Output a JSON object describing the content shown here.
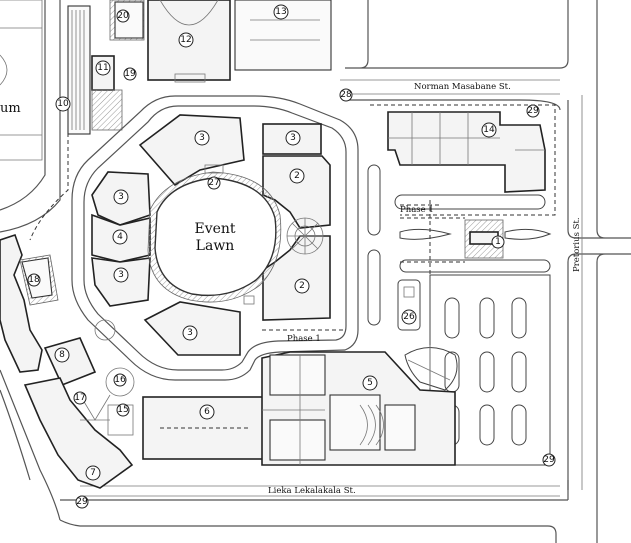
{
  "streets": {
    "north": "Norman Masabane St.",
    "east": "Pretorius St.",
    "south": "Lieka Lekalakala St."
  },
  "features": {
    "event_lawn_line1": "Event",
    "event_lawn_line2": "Lawn",
    "phase_1_east": "Phase 1",
    "phase_1_south": "Phase 1",
    "partial_label": "um"
  },
  "markers": {
    "m1": "1",
    "m2a": "2",
    "m2b": "2",
    "m3a": "3",
    "m3b": "3",
    "m3c": "3",
    "m3d": "3",
    "m3e": "3",
    "m4": "4",
    "m5": "5",
    "m6": "6",
    "m7": "7",
    "m8": "8",
    "m10": "10",
    "m11": "11",
    "m12": "12",
    "m13": "13",
    "m14": "14",
    "m15": "15",
    "m16": "16",
    "m17": "17",
    "m18": "18",
    "m19": "19",
    "m20": "20",
    "m26": "26",
    "m27": "27",
    "m28": "28",
    "m29a": "29",
    "m29b": "29",
    "m29c": "29"
  },
  "colors": {
    "ink": "#222222",
    "paper": "#ffffff",
    "hatch": "#999999"
  }
}
